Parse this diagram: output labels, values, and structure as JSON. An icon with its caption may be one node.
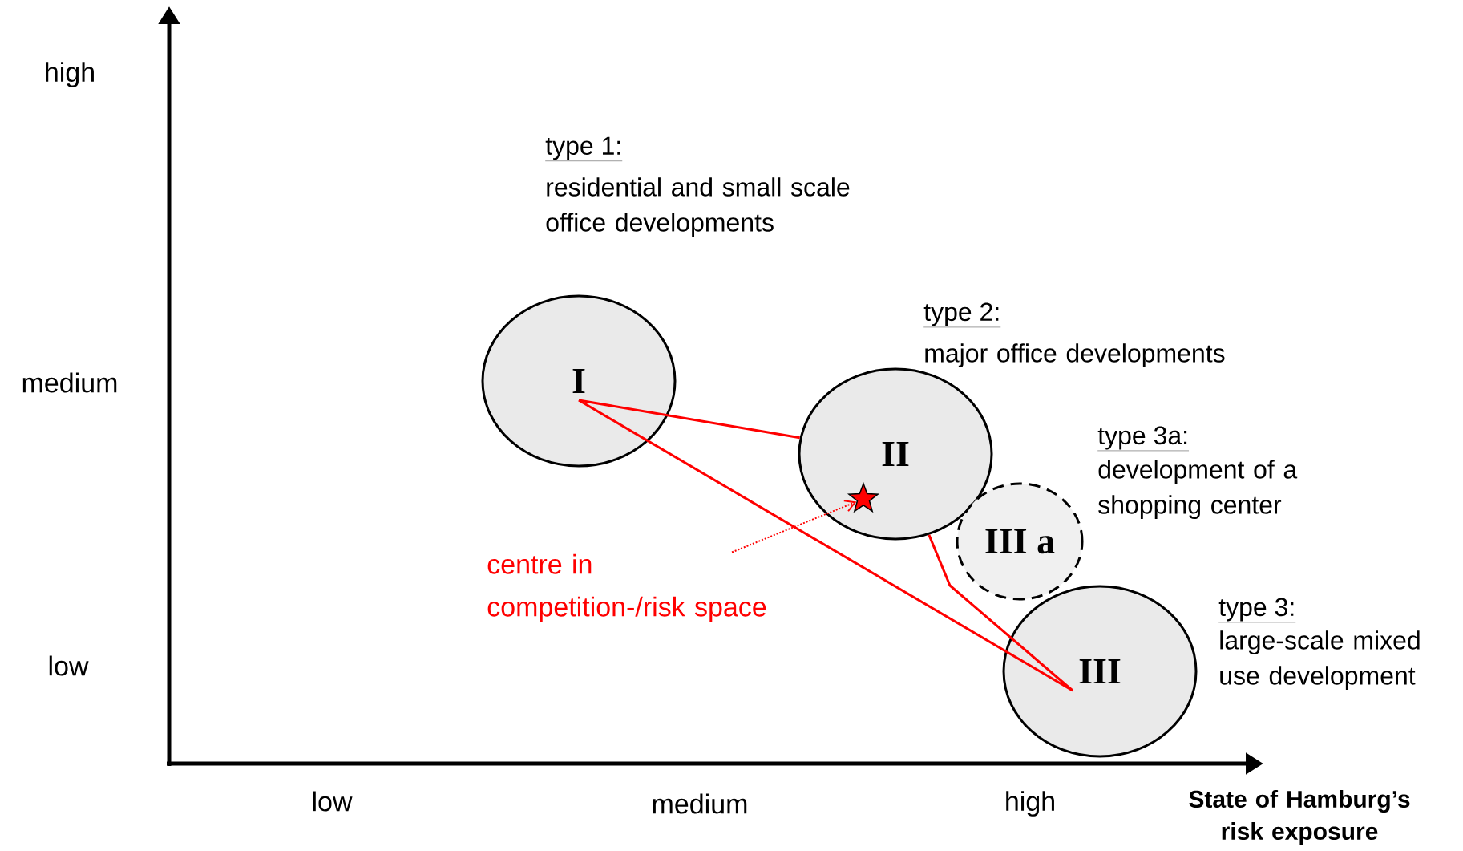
{
  "diagram": {
    "nodes": [
      {
        "text": [
          "I"
        ],
        "beside": [
          "type 1:",
          "residential and small scale office developments"
        ]
      },
      {
        "text": [
          "II"
        ],
        "beside": [
          "type 2:",
          "major office developments"
        ]
      },
      {
        "text": [
          "III a"
        ],
        "beside": [
          "type 3a:",
          "development of a shopping center"
        ]
      },
      {
        "text": [
          "III"
        ],
        "beside": [
          "type 3:",
          "large-scale mixed use development"
        ]
      },
      {
        "text": [
          "centre in competition-/risk space"
        ]
      },
      {
        "text": [],
        "shape": "star",
        "in": 1
      }
    ],
    "edges": [
      {
        "from": 0,
        "to": 1,
        "arrow": "none",
        "color": "#ff0000"
      },
      {
        "from": 1,
        "to": 3,
        "arrow": "none",
        "color": "#ff0000"
      },
      {
        "from": 0,
        "to": 3,
        "arrow": "none",
        "color": "#ff0000"
      },
      {
        "from": 4,
        "to": 5,
        "arrow": "to",
        "style": "dashed",
        "color": "#ff0000"
      }
    ],
    "labels": [
      "high",
      "medium",
      "low",
      "low",
      "medium",
      "high",
      "State of Hamburg’s risk exposure"
    ]
  }
}
